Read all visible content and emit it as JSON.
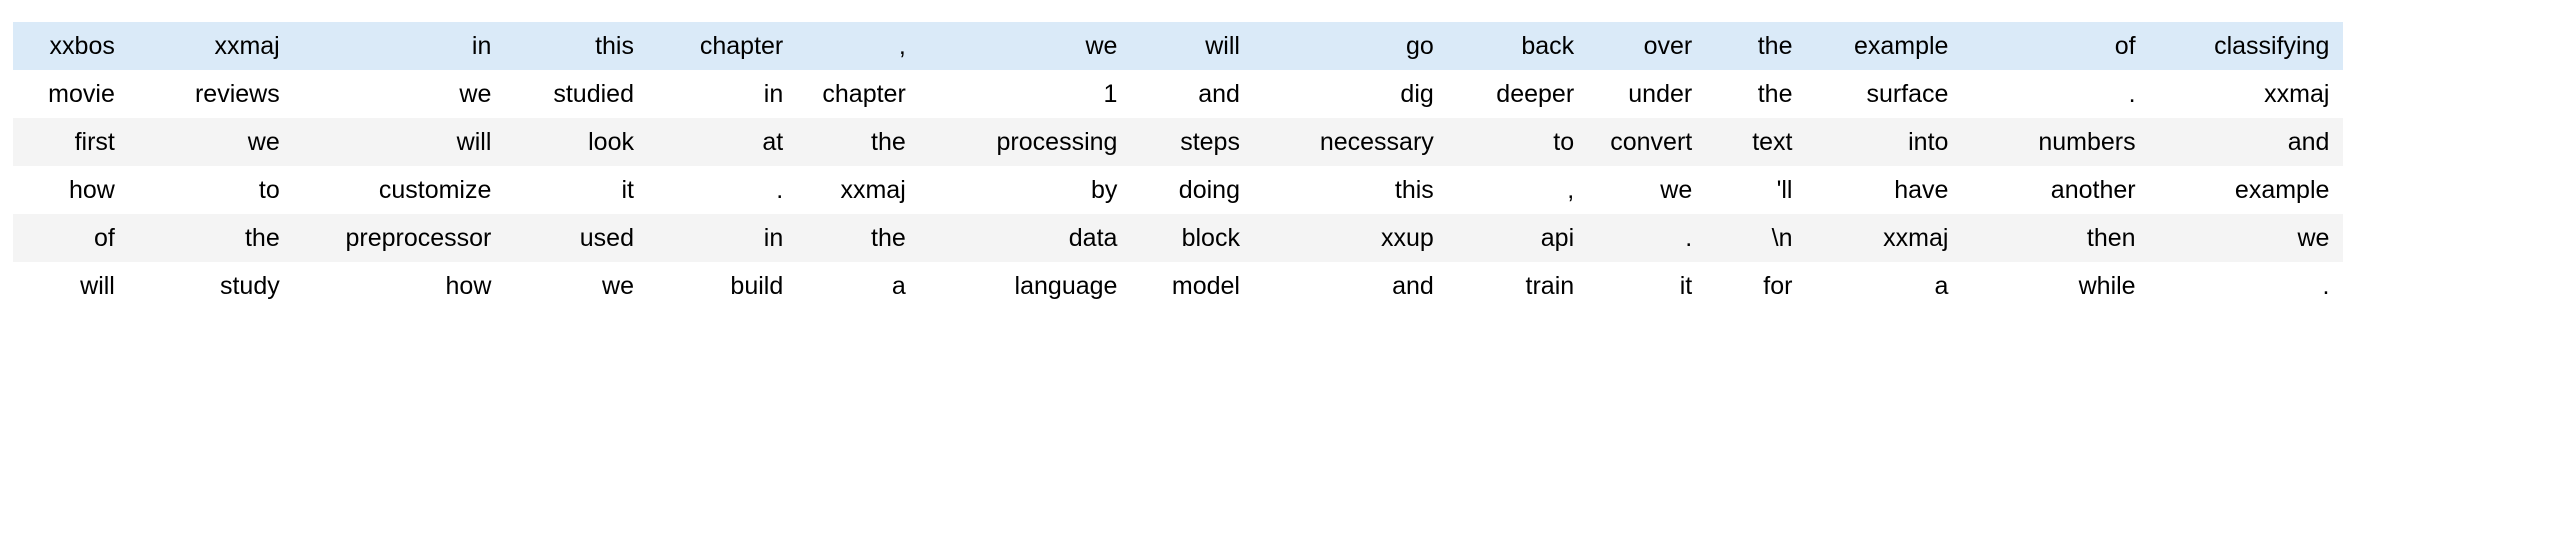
{
  "table": {
    "columns": 16,
    "rows": 6,
    "row_styles": [
      "highlight",
      "plain",
      "zebra",
      "plain",
      "zebra",
      "plain"
    ],
    "colors": {
      "highlight_row_background": "#daeaf8",
      "zebra_row_background": "#f4f4f4",
      "plain_row_background": "#ffffff",
      "text": "#000000",
      "page_background": "#ffffff"
    },
    "cells": [
      [
        "xxbos",
        "xxmaj",
        "in",
        "this",
        "chapter",
        ",",
        "we",
        "will",
        "go",
        "back",
        "over",
        "the",
        "example",
        "of",
        "classifying"
      ],
      [
        "movie",
        "reviews",
        "we",
        "studied",
        "in",
        "chapter",
        "1",
        "and",
        "dig",
        "deeper",
        "under",
        "the",
        "surface",
        ".",
        "xxmaj"
      ],
      [
        "first",
        "we",
        "will",
        "look",
        "at",
        "the",
        "processing",
        "steps",
        "necessary",
        "to",
        "convert",
        "text",
        "into",
        "numbers",
        "and"
      ],
      [
        "how",
        "to",
        "customize",
        "it",
        ".",
        "xxmaj",
        "by",
        "doing",
        "this",
        ",",
        "we",
        "'ll",
        "have",
        "another",
        "example"
      ],
      [
        "of",
        "the",
        "preprocessor",
        "used",
        "in",
        "the",
        "data",
        "block",
        "xxup",
        "api",
        ".",
        "\\n",
        "xxmaj",
        "then",
        "we"
      ],
      [
        "will",
        "study",
        "how",
        "we",
        "build",
        "a",
        "language",
        "model",
        "and",
        "train",
        "it",
        "for",
        "a",
        "while",
        "."
      ]
    ]
  }
}
